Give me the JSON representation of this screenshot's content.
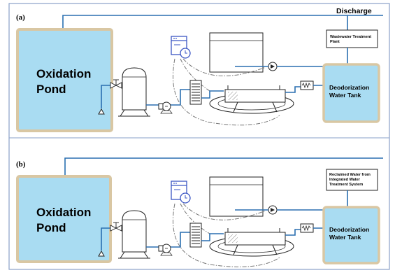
{
  "panel_a": {
    "label": "(a)",
    "pond_line1": "Oxidation",
    "pond_line2": "Pond",
    "discharge": "Discharge",
    "plant_line1": "Wastewater Treatment",
    "plant_line2": "Plant",
    "tank_line1": "Deodorization",
    "tank_line2": "Water Tank"
  },
  "panel_b": {
    "label": "(b)",
    "pond_line1": "Oxidation",
    "pond_line2": "Pond",
    "plant_line1": "Reclaimed Water from",
    "plant_line2": "Integrated Water",
    "plant_line3": "Treatment System",
    "tank_line1": "Deodorization",
    "tank_line2": "Water Tank"
  },
  "icons": [
    "water-pond-icon",
    "valve-icon",
    "pressure-vessel-icon",
    "pump-icon",
    "controller-icon",
    "clock-icon",
    "display-panel-icon",
    "heat-exchanger-icon",
    "uv-reactor-icon",
    "circulation-pump-icon",
    "heater-coil-icon"
  ],
  "colors": {
    "pipe": "#2a6fb0",
    "pond_fill": "#a9dcf2",
    "pond_border": "#d9c7a3",
    "frame": "#8aa0c8",
    "controller": "#3b56c4"
  }
}
